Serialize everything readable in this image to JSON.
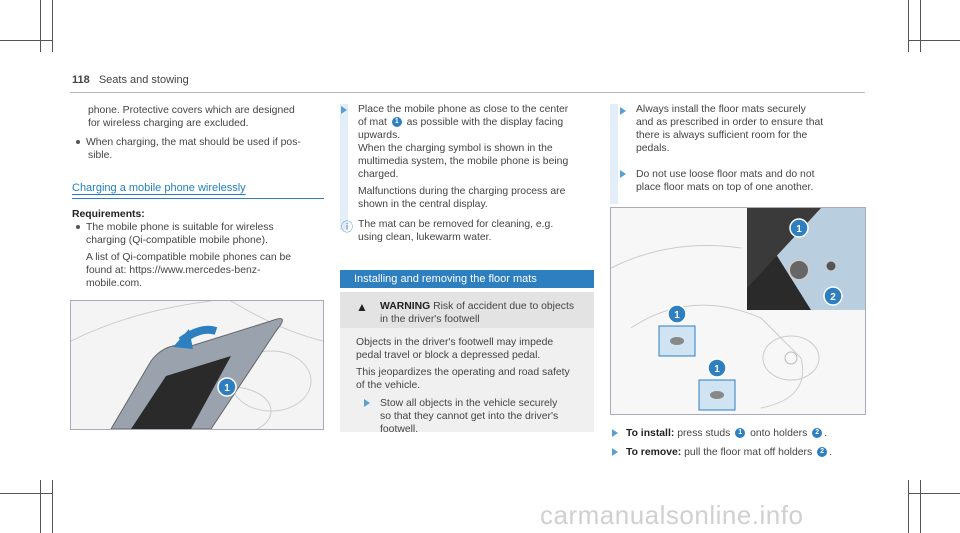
{
  "header": {
    "page_number": "118",
    "section": "Seats and stowing"
  },
  "col1": {
    "p1_l1": "phone. Protective covers which are designed",
    "p1_l2": "for wireless charging are excluded.",
    "b1_l1": "When charging, the mat should be used if pos-",
    "b1_l2": "sible.",
    "heading": "Charging a mobile phone wirelessly",
    "req_title": "Requirements:",
    "req_l1": "The mobile phone is suitable for wireless",
    "req_l2": "charging (Qi-compatible mobile phone).",
    "req_l3": "A list of Qi-compatible mobile phones can be",
    "req_l4": "found at: https://www.mercedes-benz-",
    "req_l5": "mobile.com.",
    "callout1": "1"
  },
  "col2": {
    "s1_l1": "Place the mobile phone as close to the center",
    "s1_l2a": "of mat",
    "s1_num": "1",
    "s1_l2b": "as possible with the display facing",
    "s1_l3": "upwards.",
    "s1_l4": "When the charging symbol is shown in the",
    "s1_l5": "multimedia system, the mobile phone is being",
    "s1_l6": "charged.",
    "s1_l7": "Malfunctions during the charging process are",
    "s1_l8": "shown in the central display.",
    "info_l1": "The mat can be removed for cleaning, e.g.",
    "info_l2": "using clean, lukewarm water.",
    "band": "Installing and removing the floor mats",
    "warn_label": "WARNING",
    "warn_l1": "Risk of accident due to objects",
    "warn_l2": "in the driver's footwell",
    "w_p1": "Objects in the driver's footwell may impede",
    "w_p2": "pedal travel or block a depressed pedal.",
    "w_p3": "This jeopardizes the operating and road safety",
    "w_p4": "of the vehicle.",
    "w_s1": "Stow all objects in the vehicle securely",
    "w_s2": "so that they cannot get into the driver's",
    "w_s3": "footwell."
  },
  "col3": {
    "a1_l1": "Always install the floor mats securely",
    "a1_l2": "and as prescribed in order to ensure that",
    "a1_l3": "there is always sufficient room for the",
    "a1_l4": "pedals.",
    "a2_l1": "Do not use loose floor mats and do not",
    "a2_l2": "place floor mats on top of one another.",
    "install_label": "To install:",
    "install_text": "press studs",
    "install_n1": "1",
    "install_text2": "onto holders",
    "install_n2": "2",
    "remove_label": "To remove:",
    "remove_text": "pull the floor mat off holders",
    "remove_n2": "2",
    "callout_a": "1",
    "callout_b": "2",
    "callout_c": "1",
    "callout_d": "1"
  },
  "colors": {
    "accent": "#2e7fc0",
    "band": "#2e7fc0",
    "note_bar": "#e4eef8"
  },
  "watermark": "carmanualsonline.info"
}
